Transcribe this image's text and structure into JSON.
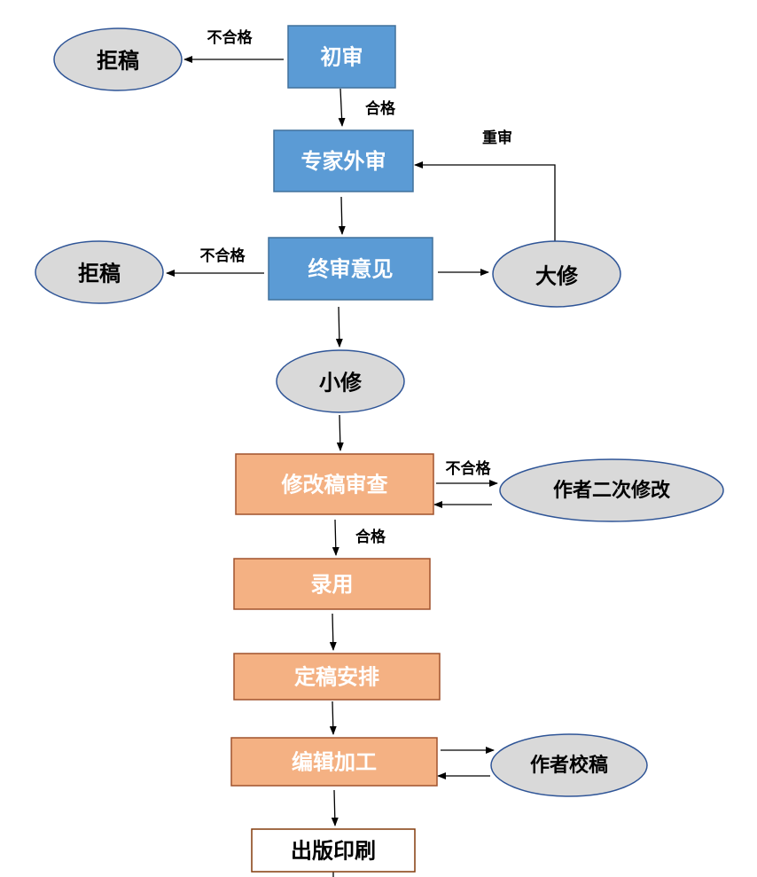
{
  "colors": {
    "blue_fill": "#5B9BD5",
    "blue_stroke": "#41719C",
    "orange_fill": "#F4B183",
    "orange_stroke": "#A0522D",
    "ellipse_fill": "#D9D9D9",
    "ellipse_stroke": "#2F5597",
    "final_stroke": "#843C0C",
    "arrow": "#000000"
  },
  "nodes": {
    "chushen": "初审",
    "jugao_1": "拒稿",
    "zhuanjia": "专家外审",
    "zhongshen": "终审意见",
    "jugao_2": "拒稿",
    "daxiu": "大修",
    "xiaoxiu": "小修",
    "xiugai": "修改稿审查",
    "zuozhe_erci": "作者二次修改",
    "luyong": "录用",
    "dinggao": "定稿安排",
    "bianji": "编辑加工",
    "zuozhe_jiao": "作者校稿",
    "chuban": "出版印刷"
  },
  "labels": {
    "buhege_1": "不合格",
    "hege_1": "合格",
    "chongshen": "重审",
    "buhege_2": "不合格",
    "buhege_3": "不合格",
    "hege_2": "合格"
  }
}
